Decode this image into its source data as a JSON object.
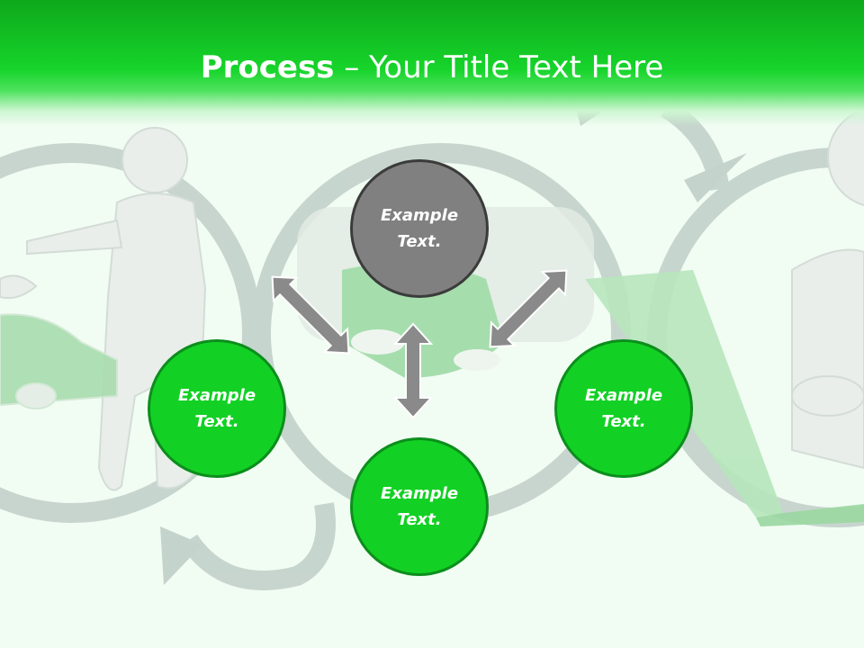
{
  "slide": {
    "title_bold": "Process",
    "title_rest": " – Your Title Text Here"
  },
  "nodes": [
    {
      "id": "top",
      "text": "Example\nText.",
      "color": "#808080"
    },
    {
      "id": "left",
      "text": "Example\nText.",
      "color": "#12d124"
    },
    {
      "id": "right",
      "text": "Example\nText.",
      "color": "#12d124"
    },
    {
      "id": "bottom",
      "text": "Example\nText.",
      "color": "#12d124"
    }
  ],
  "colors": {
    "header_green": "#16d42a",
    "node_green": "#12d124",
    "node_green_border": "#0c8e1c",
    "node_gray": "#808080",
    "arrow_gray": "#8a8a8a",
    "background": "#f1fcf3"
  },
  "icons": [
    "double-arrow-icon",
    "person-figure",
    "car-illustration",
    "laptop-illustration",
    "cycle-arrows"
  ]
}
